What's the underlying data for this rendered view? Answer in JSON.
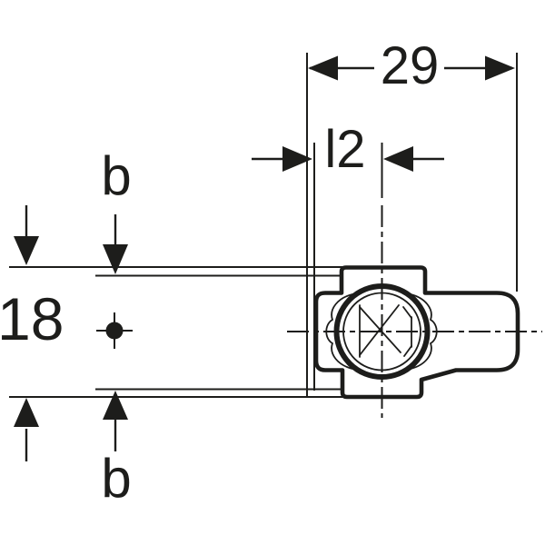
{
  "drawing": {
    "type": "technical-dimension-drawing",
    "labels": {
      "total_width": "29",
      "offset_l2": "l2",
      "height_18": "18",
      "b_top": "b",
      "b_bottom": "b"
    },
    "colors": {
      "ink": "#1d1d1b",
      "background": "#ffffff"
    }
  }
}
